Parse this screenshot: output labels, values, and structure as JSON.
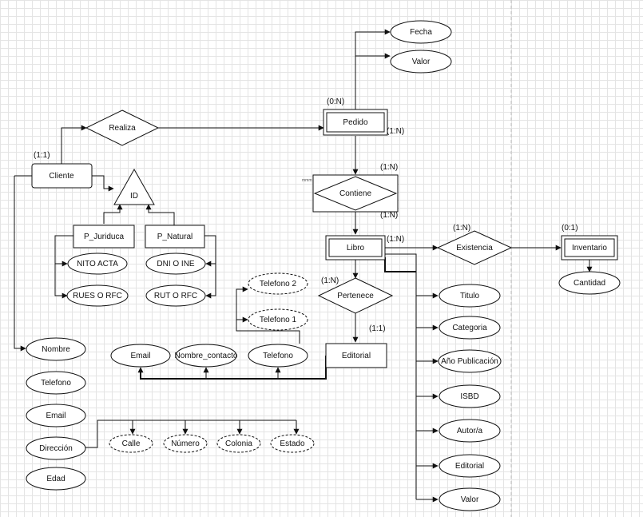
{
  "diagram": {
    "entities": {
      "cliente": "Cliente",
      "pedido": "Pedido",
      "libro": "Libro",
      "editorial": "Editorial",
      "inventario": "Inventario",
      "p_juridica": "P_Juriduca",
      "p_natural": "P_Natural"
    },
    "relationships": {
      "realiza": "Realiza",
      "contiene": "Contiene",
      "pertenece": "Pertenece",
      "existencia": "Existencia"
    },
    "specialization": "ID",
    "attributes": {
      "fecha": "Fecha",
      "valor_pedido": "Valor",
      "nito_acta": "NITO ACTA",
      "rues_rfc": "RUES O RFC",
      "dni_ine": "DNI O INE",
      "rut_rfc": "RUT O RFC",
      "nombre": "Nombre",
      "telefono_cliente": "Telefono",
      "email_cliente": "Email",
      "direccion": "Dirección",
      "edad": "Edad",
      "calle": "Calle",
      "numero": "Número",
      "colonia": "Colonia",
      "estado": "Estado",
      "telefono_2": "Telefono 2",
      "telefono_1": "Telefono 1",
      "email_editorial": "Email",
      "nombre_contacto": "Nombre_contacto",
      "telefono_editorial": "Telefono",
      "titulo": "Titulo",
      "categoria": "Categoria",
      "anio_publicacion": "Año Publicación",
      "isbd": "ISBD",
      "autor": "Autor/a",
      "editorial_attr": "Editorial",
      "valor_libro": "Valor",
      "cantidad": "Cantidad"
    },
    "cardinalities": {
      "cliente": "(1:1)",
      "pedido_in": "(0:N)",
      "pedido_out": "(1:N)",
      "contiene_top": "(1:N)",
      "contiene_bottom": "(1:N)",
      "libro": "(1:N)",
      "existencia": "(1:N)",
      "inventario": "(0:1)",
      "pertenece": "(1:N)",
      "editorial": "(1:1)"
    },
    "tiny_label": "mmm"
  }
}
